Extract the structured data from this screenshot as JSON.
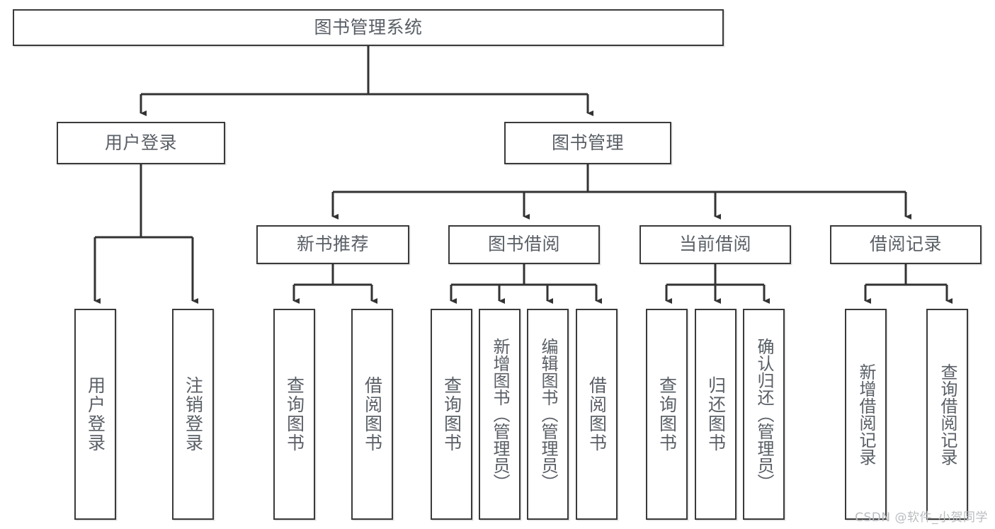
{
  "diagram": {
    "type": "tree-hierarchy",
    "title": "图书管理系统",
    "watermark": "CSDN @软件_小贺同学",
    "colors": {
      "box_border": "#3a3a3a",
      "box_fill": "#ffffff",
      "text": "#5a5f66",
      "connector": "#333333",
      "watermark": "#b9bcc0"
    },
    "nodes": {
      "root": {
        "label": "图书管理系统"
      },
      "level1": [
        {
          "id": "user-login",
          "label": "用户登录"
        },
        {
          "id": "book-manage",
          "label": "图书管理"
        }
      ],
      "level2": [
        {
          "id": "new-book-recommend",
          "label": "新书推荐"
        },
        {
          "id": "book-borrow",
          "label": "图书借阅"
        },
        {
          "id": "current-borrow",
          "label": "当前借阅"
        },
        {
          "id": "borrow-record",
          "label": "借阅记录"
        }
      ],
      "leaves": {
        "user_login": [
          {
            "id": "leaf-user-login",
            "label": "用户登录"
          },
          {
            "id": "leaf-logout-login",
            "label": "注销登录"
          }
        ],
        "new_book_recommend": [
          {
            "id": "leaf-query-book-1",
            "label": "查询图书"
          },
          {
            "id": "leaf-borrow-book-1",
            "label": "借阅图书"
          }
        ],
        "book_borrow": [
          {
            "id": "leaf-query-book-2",
            "label": "查询图书"
          },
          {
            "id": "leaf-add-book-admin",
            "label": "新增图书（管理员）"
          },
          {
            "id": "leaf-edit-book-admin",
            "label": "编辑图书（管理员）"
          },
          {
            "id": "leaf-borrow-book-2",
            "label": "借阅图书"
          }
        ],
        "current_borrow": [
          {
            "id": "leaf-query-book-3",
            "label": "查询图书"
          },
          {
            "id": "leaf-return-book",
            "label": "归还图书"
          },
          {
            "id": "leaf-confirm-return-admin",
            "label": "确认归还（管理员）"
          }
        ],
        "borrow_record": [
          {
            "id": "leaf-add-borrow-record",
            "label": "新增借阅记录"
          },
          {
            "id": "leaf-query-borrow-record",
            "label": "查询借阅记录"
          }
        ]
      }
    }
  }
}
